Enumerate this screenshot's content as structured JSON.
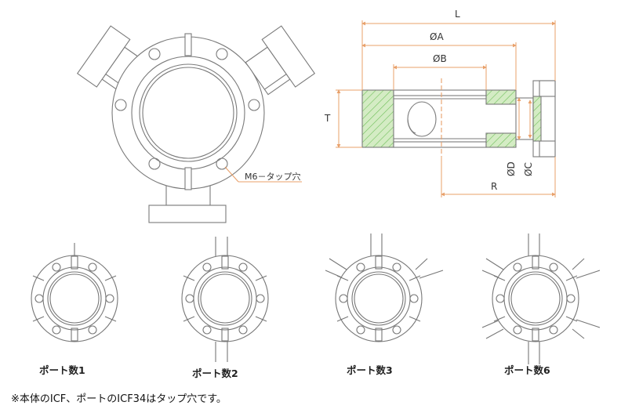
{
  "labels": {
    "L": "L",
    "phiA": "ØA",
    "phiB": "ØB",
    "T": "T",
    "phiD": "ØD",
    "phiC": "ØC",
    "R": "R",
    "tap_hole": "M6－タップ穴"
  },
  "ports": [
    {
      "label": "ポート数1"
    },
    {
      "label": "ポート数2"
    },
    {
      "label": "ポート数3"
    },
    {
      "label": "ポート数6"
    }
  ],
  "note": "※本体のICF、ポートのICF34はタップ穴です。",
  "colors": {
    "line": "#7a7a7a",
    "hatch_fill": "#d4ecc4",
    "hatch_line": "#6fbf5a",
    "dimension": "#e8a06a"
  }
}
